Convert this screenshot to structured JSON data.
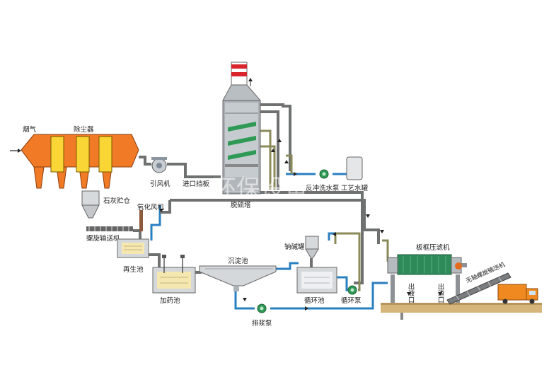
{
  "labels": {
    "flue_gas": "烟气",
    "dust_collector": "除尘器",
    "fan": "引风机",
    "inlet_flue": "进口挡板",
    "desulfurization_tower": "脱硫塔",
    "lime_silo": "石灰贮仓",
    "screw_conveyor": "螺旋输送机",
    "oxidation_fan": "氧化风机",
    "regeneration_tank": "再生池",
    "dosing_tank": "加药池",
    "sedimentation_tank": "沉淀池",
    "soda_tank": "钠碱罐",
    "circulation_tank": "循环池",
    "circulation_pump": "循环泵",
    "slurry_pump": "排浆泵",
    "backwash_pump": "反冲洗水泵",
    "process_water_tank": "工艺水罐",
    "filter_press": "板框压滤机",
    "filtrate_outlet": "出液口",
    "residue_outlet": "出渣口",
    "shaftless_screw_conveyor": "无轴螺旋输送机"
  },
  "colors": {
    "dust_collector": "#f07a26",
    "filter_bag": "#f9d535",
    "pipe_gray": "#6f7070",
    "pipe_blue": "#2a7fc0",
    "pump_green": "#2e9a55",
    "filter_press": "#2f8a5a",
    "truck": "#f08a20",
    "ground": "#d6b57a",
    "chimney_red": "#d9262c"
  },
  "watermark": "环保设备"
}
